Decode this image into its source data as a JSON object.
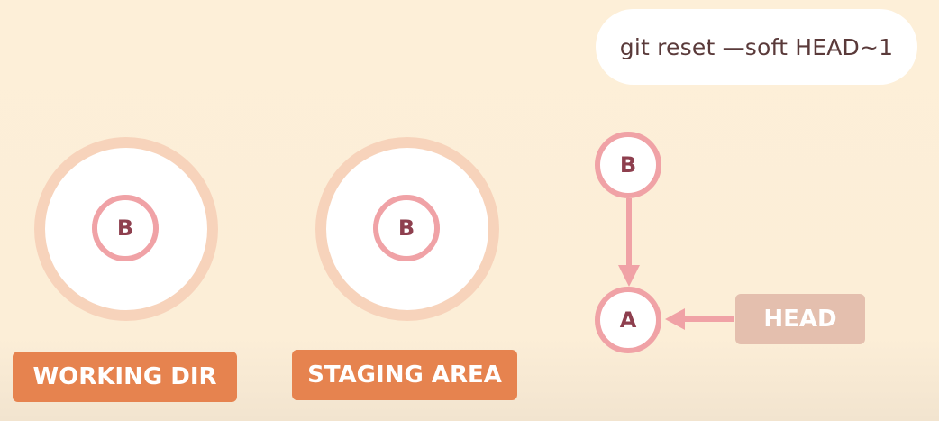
{
  "command": "git reset —soft HEAD~1",
  "areas": [
    {
      "label": "WORKING DIR",
      "commit": "B"
    },
    {
      "label": "STAGING AREA",
      "commit": "B"
    }
  ],
  "repository": {
    "commits": [
      "B",
      "A"
    ],
    "head_label": "HEAD"
  },
  "colors": {
    "background": "#fdefd8",
    "area_ring": "#f7d3bb",
    "commit_ring": "#f0a2a6",
    "commit_text": "#8e3f4e",
    "label_orange": "#e6834f",
    "head_label": "#e4bfae",
    "arrow": "#f0a2a6"
  }
}
